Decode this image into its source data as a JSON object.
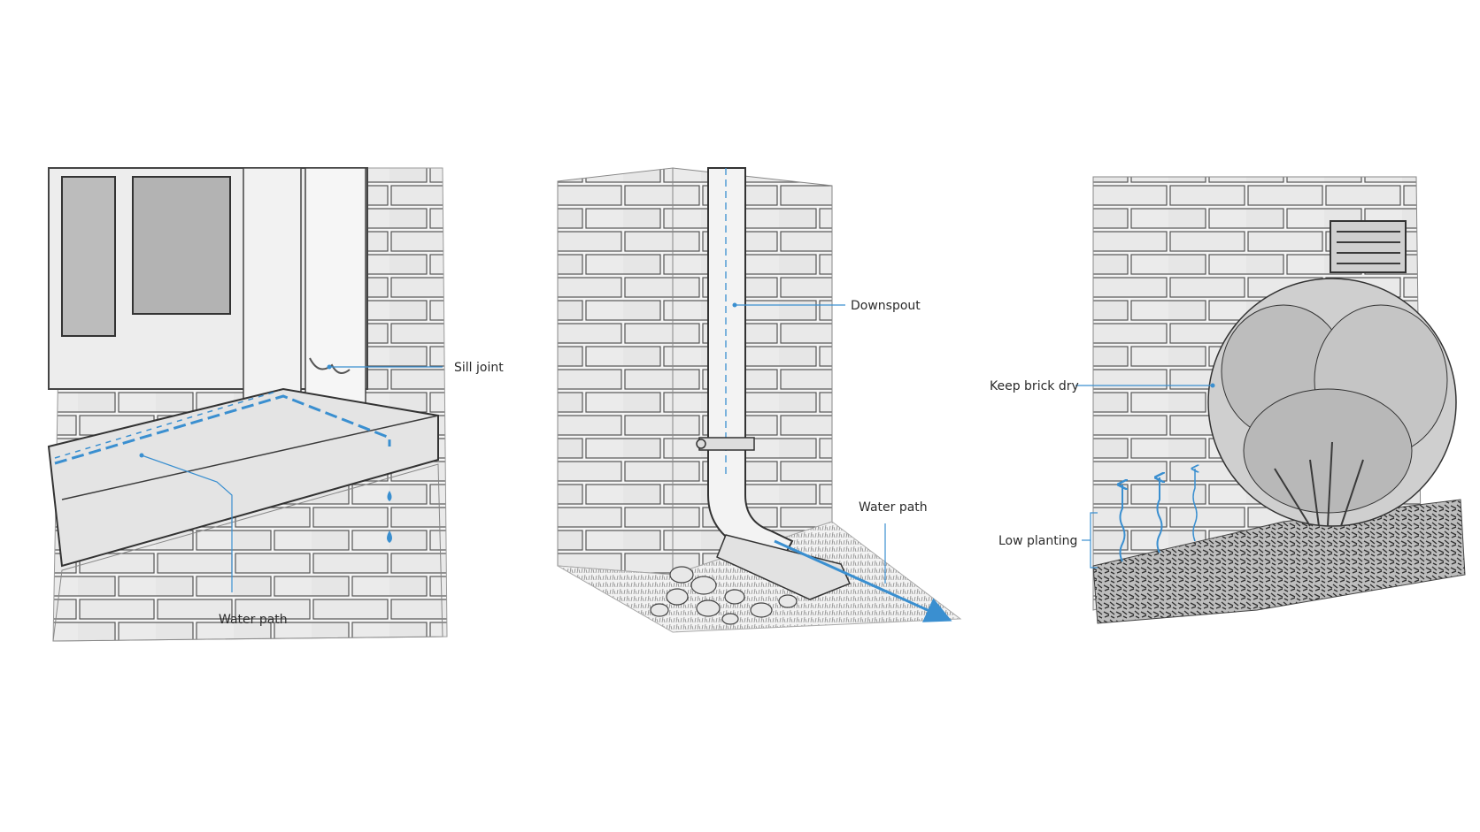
{
  "panels": [
    {
      "id": "window-sill",
      "labels": {
        "sill_joint": "Sill joint",
        "water_path": "Water path"
      }
    },
    {
      "id": "downspout",
      "labels": {
        "downspout": "Downspout",
        "water_path": "Water path"
      }
    },
    {
      "id": "planting",
      "labels": {
        "keep_brick_dry": "Keep brick dry",
        "low_planting": "Low planting"
      }
    }
  ],
  "colors": {
    "annotation_blue": "#3a8fd0",
    "ink": "#3a3a3a",
    "background": "#ffffff"
  }
}
